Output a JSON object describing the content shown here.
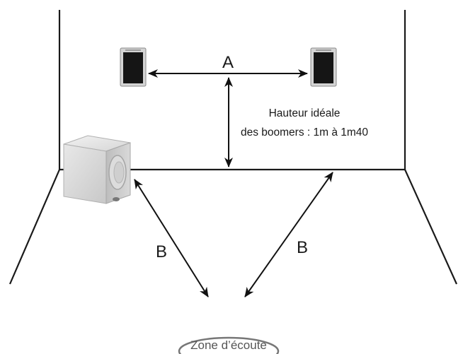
{
  "labels": {
    "distance_between_speakers": "A",
    "distance_left_to_listener": "B",
    "distance_right_to_listener": "B",
    "height_note_line1": "Hauteur idéale",
    "height_note_line2": "des boomers : 1m à 1m40",
    "listening_zone": "Zone d’écoute"
  },
  "colors": {
    "line": "#1a1a1a",
    "speaker_body": "#151515",
    "speaker_frame": "#9a9a9a",
    "subwoofer": "#d8d8d8",
    "zone_outline": "#777777"
  },
  "icons": {
    "left_speaker": "speaker-icon",
    "right_speaker": "speaker-icon",
    "subwoofer": "subwoofer-icon"
  }
}
